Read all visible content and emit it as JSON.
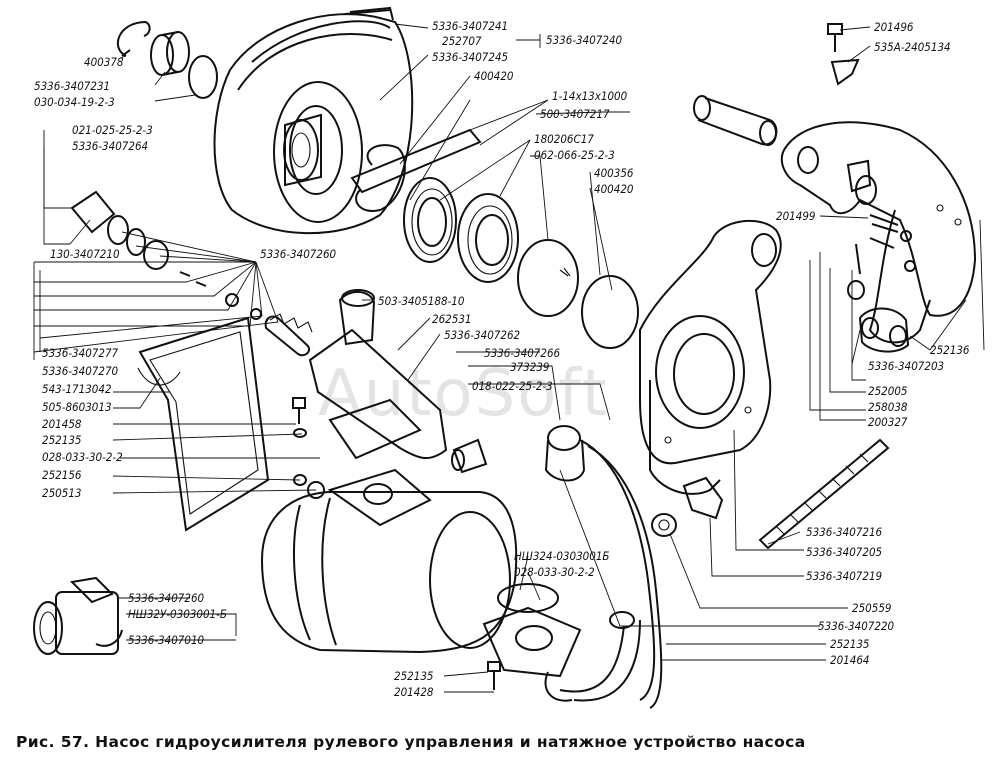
{
  "caption": "Рис. 57. Насос гидроусилителя рулевого управления и натяжное устройство насоса",
  "watermark": "AutoSoft",
  "labels": {
    "l_400378": "400378",
    "l_5336_3407231": "5336-3407231",
    "l_030_034": "030-034-19-2-3",
    "l_021_025": "021-025-25-2-3",
    "l_5336_3407264": "5336-3407264",
    "l_130_3407210": "130-3407210",
    "l_5336_3407277": "5336-3407277",
    "l_5336_3407270": "5336-3407270",
    "l_543_1713042": "543-1713042",
    "l_505_8603013": "505-8603013",
    "l_201458": "201458",
    "l_252135_a": "252135",
    "l_028_033_302_2a": "028-033-30-2-2",
    "l_252156": "252156",
    "l_250513": "250513",
    "l_5336_3407241": "5336-3407241",
    "l_252707": "252707",
    "l_5336_3407245": "5336-3407245",
    "l_5336_3407240": "5336-3407240",
    "l_400420_a": "400420",
    "l_1_14x13x1000": "1-14x13x1000",
    "l_500_3407217": "500-3407217",
    "l_180206": "180206С17",
    "l_062_066": "062-066-25-2-3",
    "l_400356": "400356",
    "l_400420_b": "400420",
    "l_5336_3407260_a": "5336-3407260",
    "l_503_3405188": "503-3405188-10",
    "l_262531": "262531",
    "l_5336_3407262": "5336-3407262",
    "l_5336_3407266": "5336-3407266",
    "l_373239": "373239",
    "l_018_022": "018-022-25-2-3",
    "l_201496": "201496",
    "l_535a_2405134": "535А-2405134",
    "l_201499": "201499",
    "l_252136": "252136",
    "l_5336_3407203": "5336-3407203",
    "l_252005": "252005",
    "l_258038": "258038",
    "l_200327": "200327",
    "l_5336_3407216": "5336-3407216",
    "l_5336_3407205": "5336-3407205",
    "l_5336_3407219": "5336-3407219",
    "l_nsh324": "НШ324-0303001Б",
    "l_028_033_302_2b": "028-033-30-2-2",
    "l_250559": "250559",
    "l_5336_3407220": "5336-3407220",
    "l_252135_b": "252135",
    "l_201464": "201464",
    "l_252135_c": "252135",
    "l_201428": "201428",
    "l_5336_3407260_b": "5336-3407260",
    "l_nsh32u": "НШ32У-0303001-Б",
    "l_5336_3407010": "5336-3407010"
  }
}
